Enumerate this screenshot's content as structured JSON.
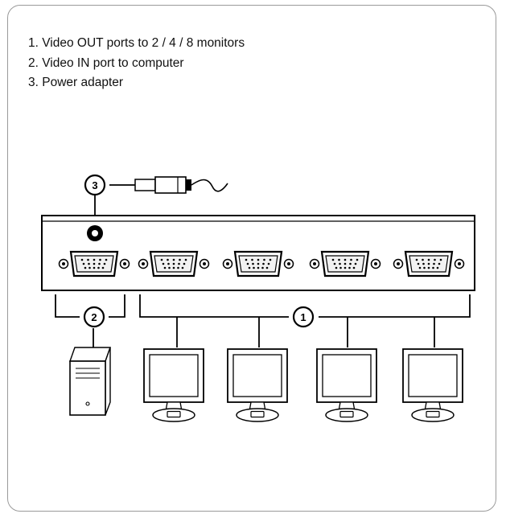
{
  "legend": {
    "items": [
      "1. Video OUT ports to 2 / 4 / 8 monitors",
      "2. Video IN port to computer",
      "3. Power adapter"
    ]
  },
  "callouts": {
    "video_out": "1",
    "video_in": "2",
    "power": "3"
  },
  "icons": {
    "power_plug": "power-plug-icon",
    "video_port": "vga-port-icon",
    "monitor": "monitor-icon",
    "computer": "computer-tower-icon",
    "power_jack": "power-jack-icon"
  },
  "colors": {
    "line": "#000000",
    "device_fill": "#ffffff",
    "port_fill": "#f2f2f2"
  }
}
